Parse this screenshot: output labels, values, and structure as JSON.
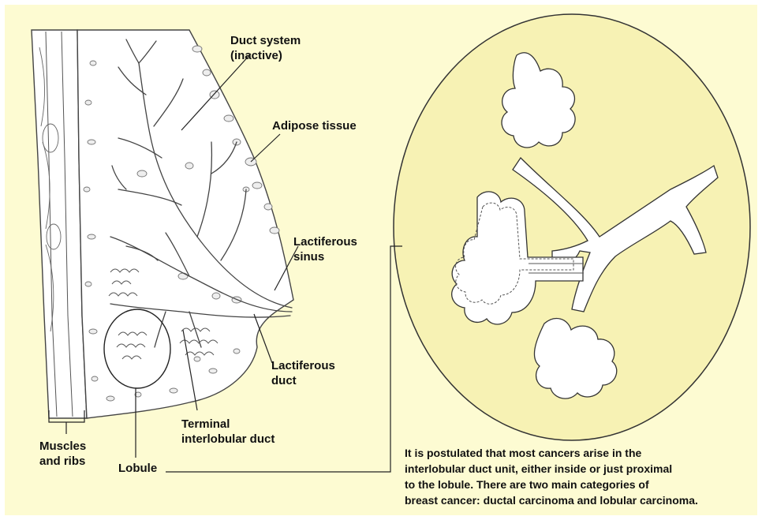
{
  "labels": {
    "duct_system_line1": "Duct system",
    "duct_system_line2": "(inactive)",
    "adipose_tissue": "Adipose tissue",
    "lactiferous_sinus_line1": "Lactiferous",
    "lactiferous_sinus_line2": "sinus",
    "lactiferous_duct_line1": "Lactiferous",
    "lactiferous_duct_line2": "duct",
    "terminal_duct_line1": "Terminal",
    "terminal_duct_line2": "interlobular duct",
    "muscles_line1": "Muscles",
    "muscles_line2": "and ribs",
    "lobule": "Lobule"
  },
  "caption": {
    "line1": "It is postulated that most cancers arise in the",
    "line2": "interlobular duct unit, either inside or just proximal",
    "line3": "to the lobule.  There are two main categories of",
    "line4": "breast cancer: ductal carcinoma and lobular carcinoma."
  },
  "colors": {
    "background": "#fdfbd2",
    "tissue": "#ffffff",
    "magnified_circle": "#f7f2b4",
    "ink": "#333333"
  }
}
